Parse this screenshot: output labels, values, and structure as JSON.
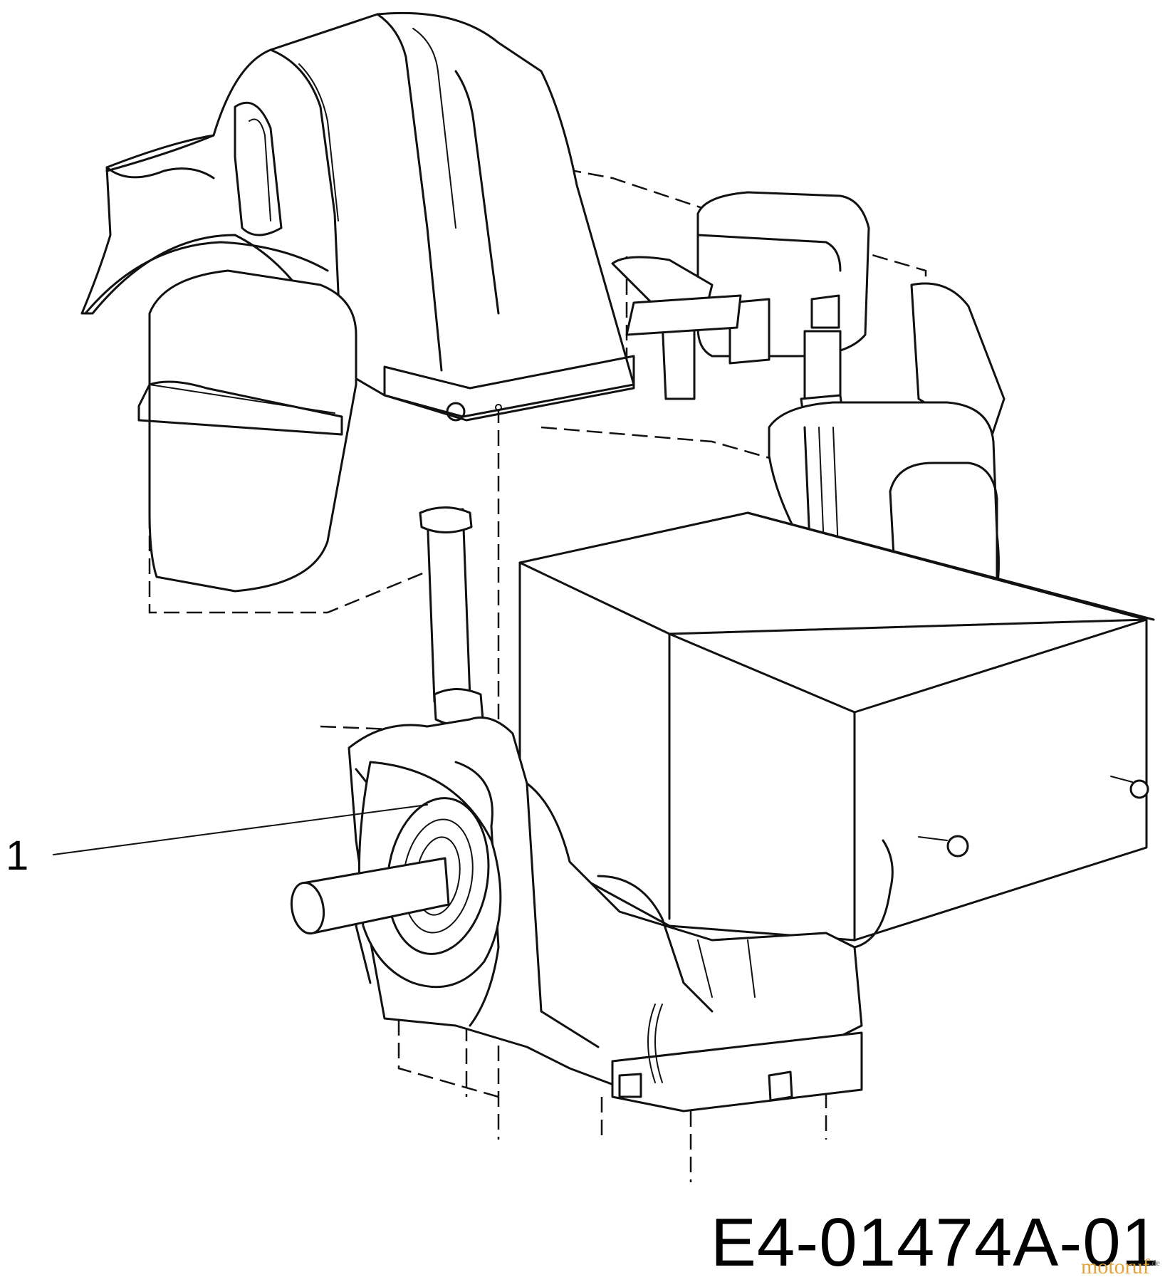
{
  "callouts": [
    {
      "number": "1"
    }
  ],
  "diagram_code": "E4-01474A-01",
  "watermark": {
    "text": "motoruf",
    "suffix": ".de"
  },
  "icons": [
    "engine-drawing"
  ]
}
